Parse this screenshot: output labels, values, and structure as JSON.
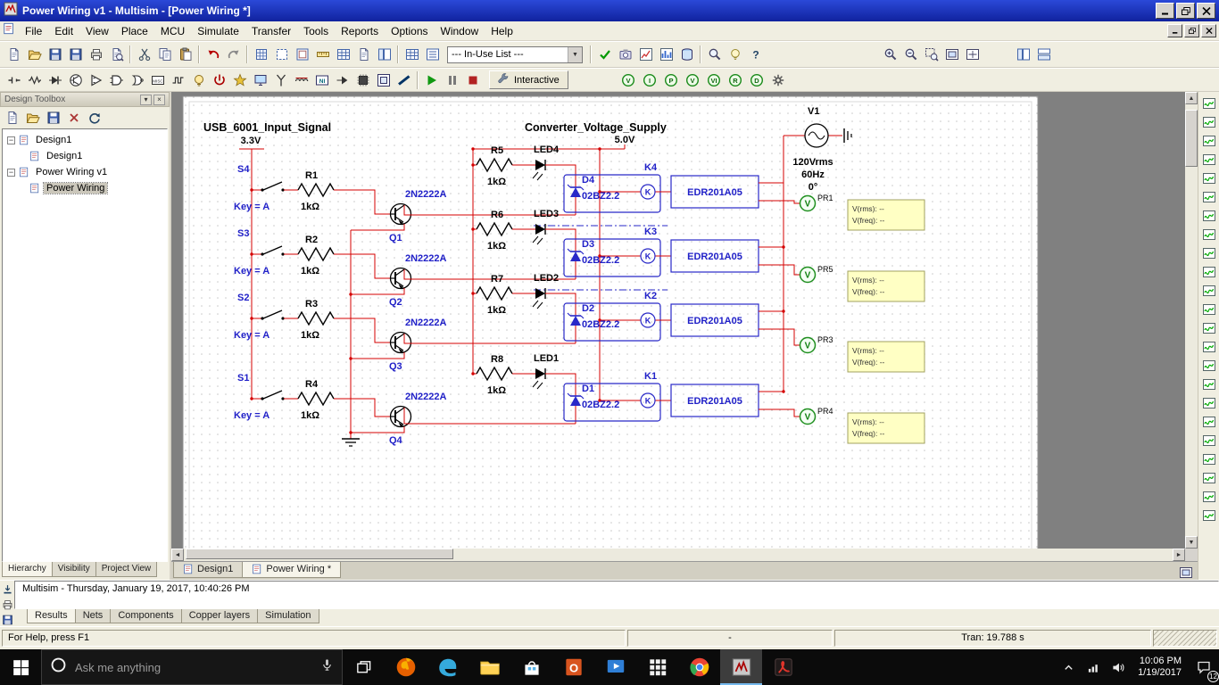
{
  "window": {
    "title": "Power Wiring v1 - Multisim - [Power Wiring *]"
  },
  "menu": {
    "items": [
      "File",
      "Edit",
      "View",
      "Place",
      "MCU",
      "Simulate",
      "Transfer",
      "Tools",
      "Reports",
      "Options",
      "Window",
      "Help"
    ]
  },
  "toolbar1": {
    "file_icons": [
      "new",
      "open",
      "save",
      "save-all",
      "print",
      "print-preview"
    ],
    "edit_icons": [
      "cut",
      "copy",
      "paste"
    ],
    "history_icons": [
      "undo",
      "redo"
    ],
    "view_icons": [
      "toggle-grid",
      "toggle-page-bounds",
      "show-border",
      "show-ruler",
      "spreadsheet-view",
      "description-box",
      "hierarchy-view"
    ],
    "list_icons": [
      "component-list",
      "net-list"
    ],
    "in_use_list": "--- In-Use List ---",
    "tool_icons": [
      "erc",
      "capture-area",
      "grapher",
      "postprocessor",
      "database-manager"
    ],
    "misc_icons": [
      "find",
      "bulb-toggle",
      "help"
    ],
    "zoom_icons": [
      "zoom-in",
      "zoom-out",
      "zoom-area",
      "zoom-fit",
      "zoom-full"
    ],
    "panel_icons": [
      "toggle-design-toolbox",
      "toggle-spreadsheet-view"
    ]
  },
  "toolbar2": {
    "component_icons": [
      "place-source",
      "place-basic",
      "place-diode",
      "place-transistor",
      "place-analog",
      "place-ttl",
      "place-cmos",
      "place-misc-digital",
      "place-mixed",
      "place-indicator",
      "place-power",
      "place-misc",
      "place-advanced-peripherals",
      "place-rf",
      "place-electromechanical",
      "place-ni",
      "place-connector",
      "place-mcu",
      "place-hierarchical",
      "place-bus"
    ],
    "sim_icons": [
      "run",
      "pause",
      "stop"
    ],
    "interactive_label": "Interactive",
    "probe_icons": [
      "voltage-probe",
      "current-probe",
      "power-probe",
      "differential-probe",
      "voltage-current-probe",
      "reference-probe",
      "digital-probe",
      "probe-settings"
    ]
  },
  "design_toolbox": {
    "title": "Design Toolbox",
    "toolbar_icons": [
      "new-design",
      "open-design",
      "save-design",
      "close-design",
      "refresh-design"
    ],
    "tree": [
      {
        "label": "Design1",
        "children": [
          {
            "label": "Design1"
          }
        ]
      },
      {
        "label": "Power Wiring v1",
        "children": [
          {
            "label": "Power Wiring",
            "selected": true
          }
        ]
      }
    ],
    "tabs": [
      {
        "label": "Hierarchy",
        "active": true
      },
      {
        "label": "Visibility"
      },
      {
        "label": "Project View"
      }
    ]
  },
  "document_tabs": [
    {
      "label": "Design1"
    },
    {
      "label": "Power Wiring *",
      "active": true
    }
  ],
  "schematic": {
    "input_title": "USB_6001_Input_Signal",
    "input_rail": "3.3V",
    "converter_title": "Converter_Voltage_Supply",
    "converter_rail": "5.0V",
    "source": {
      "ref": "V1",
      "lines": [
        "120Vrms",
        "60Hz",
        "0°"
      ]
    },
    "rows": [
      {
        "switch": "S4",
        "key": "Key = A",
        "res": "R1",
        "res_val": "1kΩ",
        "bjt": "2N2222A",
        "bjt_ref": "Q1",
        "res2": "R5",
        "res2_val": "1kΩ",
        "led": "LED4",
        "diode": "D4",
        "diode_val": "02BZ2.2",
        "coil": "K4",
        "relay": "EDR201A05",
        "probe": "PR1",
        "probe_lines": [
          "V(rms): --",
          "V(freq): --"
        ]
      },
      {
        "switch": "S3",
        "key": "Key = A",
        "res": "R2",
        "res_val": "1kΩ",
        "bjt": "2N2222A",
        "bjt_ref": "Q2",
        "res2": "R6",
        "res2_val": "1kΩ",
        "led": "LED3",
        "diode": "D3",
        "diode_val": "02BZ2.2",
        "coil": "K3",
        "relay": "EDR201A05",
        "probe": "PR5",
        "probe_lines": [
          "V(rms): --",
          "V(freq): --"
        ]
      },
      {
        "switch": "S2",
        "key": "Key = A",
        "res": "R3",
        "res_val": "1kΩ",
        "bjt": "2N2222A",
        "bjt_ref": "Q3",
        "res2": "R7",
        "res2_val": "1kΩ",
        "led": "LED2",
        "diode": "D2",
        "diode_val": "02BZ2.2",
        "coil": "K2",
        "relay": "EDR201A05",
        "probe": "PR3",
        "probe_lines": [
          "V(rms): --",
          "V(freq): --"
        ]
      },
      {
        "switch": "S1",
        "key": "Key = A",
        "res": "R4",
        "res_val": "1kΩ",
        "bjt": "2N2222A",
        "bjt_ref": "Q4",
        "res2": "R8",
        "res2_val": "1kΩ",
        "led": "LED1",
        "diode": "D1",
        "diode_val": "02BZ2.2",
        "coil": "K1",
        "relay": "EDR201A05",
        "probe": "PR4",
        "probe_lines": [
          "V(rms): --",
          "V(freq): --"
        ]
      }
    ]
  },
  "instruments": {
    "icons": [
      "multimeter",
      "function-generator",
      "wattmeter",
      "oscilloscope",
      "four-channel-oscilloscope",
      "bode-plotter",
      "frequency-counter",
      "word-generator",
      "logic-converter",
      "logic-analyzer",
      "iv-analyzer",
      "distortion-analyzer",
      "spectrum-analyzer",
      "network-analyzer",
      "agilent-function-generator",
      "agilent-multimeter",
      "agilent-oscilloscope",
      "tektronix-oscilloscope",
      "labview-instrument",
      "ni-elvismx",
      "current-clamp",
      "measurement-probe",
      "preset-probe"
    ]
  },
  "spreadsheet": {
    "log": "Multisim - Thursday, January 19, 2017, 10:40:26 PM",
    "side_icons": [
      "export-log",
      "print-log",
      "save-log"
    ],
    "tabs": [
      {
        "label": "Results",
        "active": true
      },
      {
        "label": "Nets"
      },
      {
        "label": "Components"
      },
      {
        "label": "Copper layers"
      },
      {
        "label": "Simulation"
      }
    ]
  },
  "status_bar": {
    "help_text": "For Help, press F1",
    "mid": "-",
    "tran": "Tran: 19.788 s"
  },
  "taskbar": {
    "search": {
      "placeholder": "Ask me anything"
    },
    "apps": [
      {
        "name": "firefox"
      },
      {
        "name": "edge"
      },
      {
        "name": "file-explorer"
      },
      {
        "name": "microsoft-store"
      },
      {
        "name": "office"
      },
      {
        "name": "movies-tv"
      },
      {
        "name": "apps-grid"
      },
      {
        "name": "chrome"
      },
      {
        "name": "multisim",
        "active": true
      },
      {
        "name": "acrobat-reader"
      }
    ],
    "tray": {
      "time": "10:06 PM",
      "date": "1/19/2017",
      "badge": "12"
    }
  }
}
